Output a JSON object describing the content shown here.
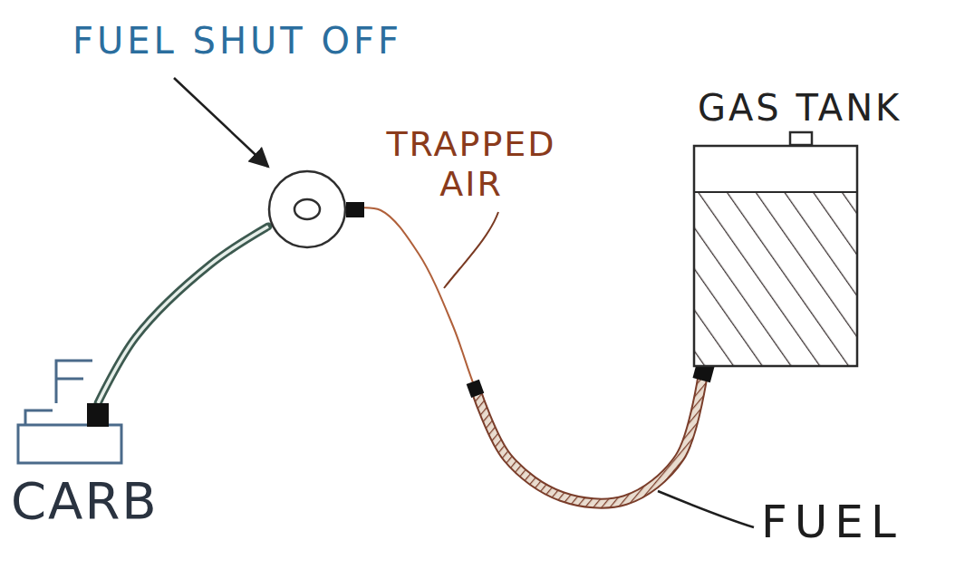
{
  "diagram": {
    "nodes": [
      {
        "text": [
          "FUEL SHUT OFF"
        ]
      },
      {
        "text": [
          "GAS TANK"
        ]
      },
      {
        "text": [
          "CARB"
        ]
      }
    ],
    "edges": [
      {
        "from": 2,
        "to": 0,
        "arrow": "none"
      },
      {
        "from": 0,
        "to": 1,
        "arrow": "none"
      }
    ],
    "labels": [
      "TRAPPED AIR",
      "FUEL"
    ]
  }
}
